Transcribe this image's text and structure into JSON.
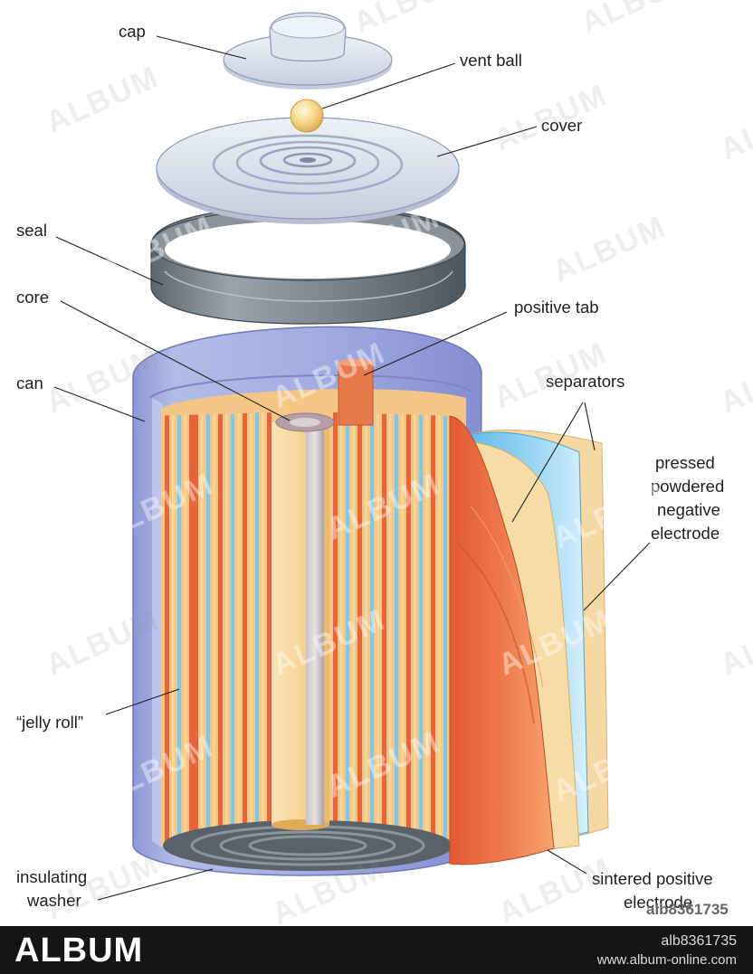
{
  "labels": {
    "cap": "cap",
    "vent_ball": "vent ball",
    "cover": "cover",
    "seal": "seal",
    "core": "core",
    "positive_tab": "positive tab",
    "can": "can",
    "separators": "separators",
    "negative_electrode": [
      "pressed",
      "powdered",
      "negative",
      "electrode"
    ],
    "jelly_roll": "“jelly roll”",
    "insulating_washer": [
      "insulating",
      "washer"
    ],
    "positive_electrode": [
      "sintered positive",
      "electrode"
    ]
  },
  "watermark": {
    "text": "ALBUM",
    "image_id": "alb8361735",
    "site": "www.album-online.com"
  },
  "colors": {
    "can": "#9ea7dc",
    "positive_electrode": "#e8643a",
    "separator": "#f6d596",
    "negative_electrode": "#7cc7ee",
    "metal": "#7d8790"
  }
}
